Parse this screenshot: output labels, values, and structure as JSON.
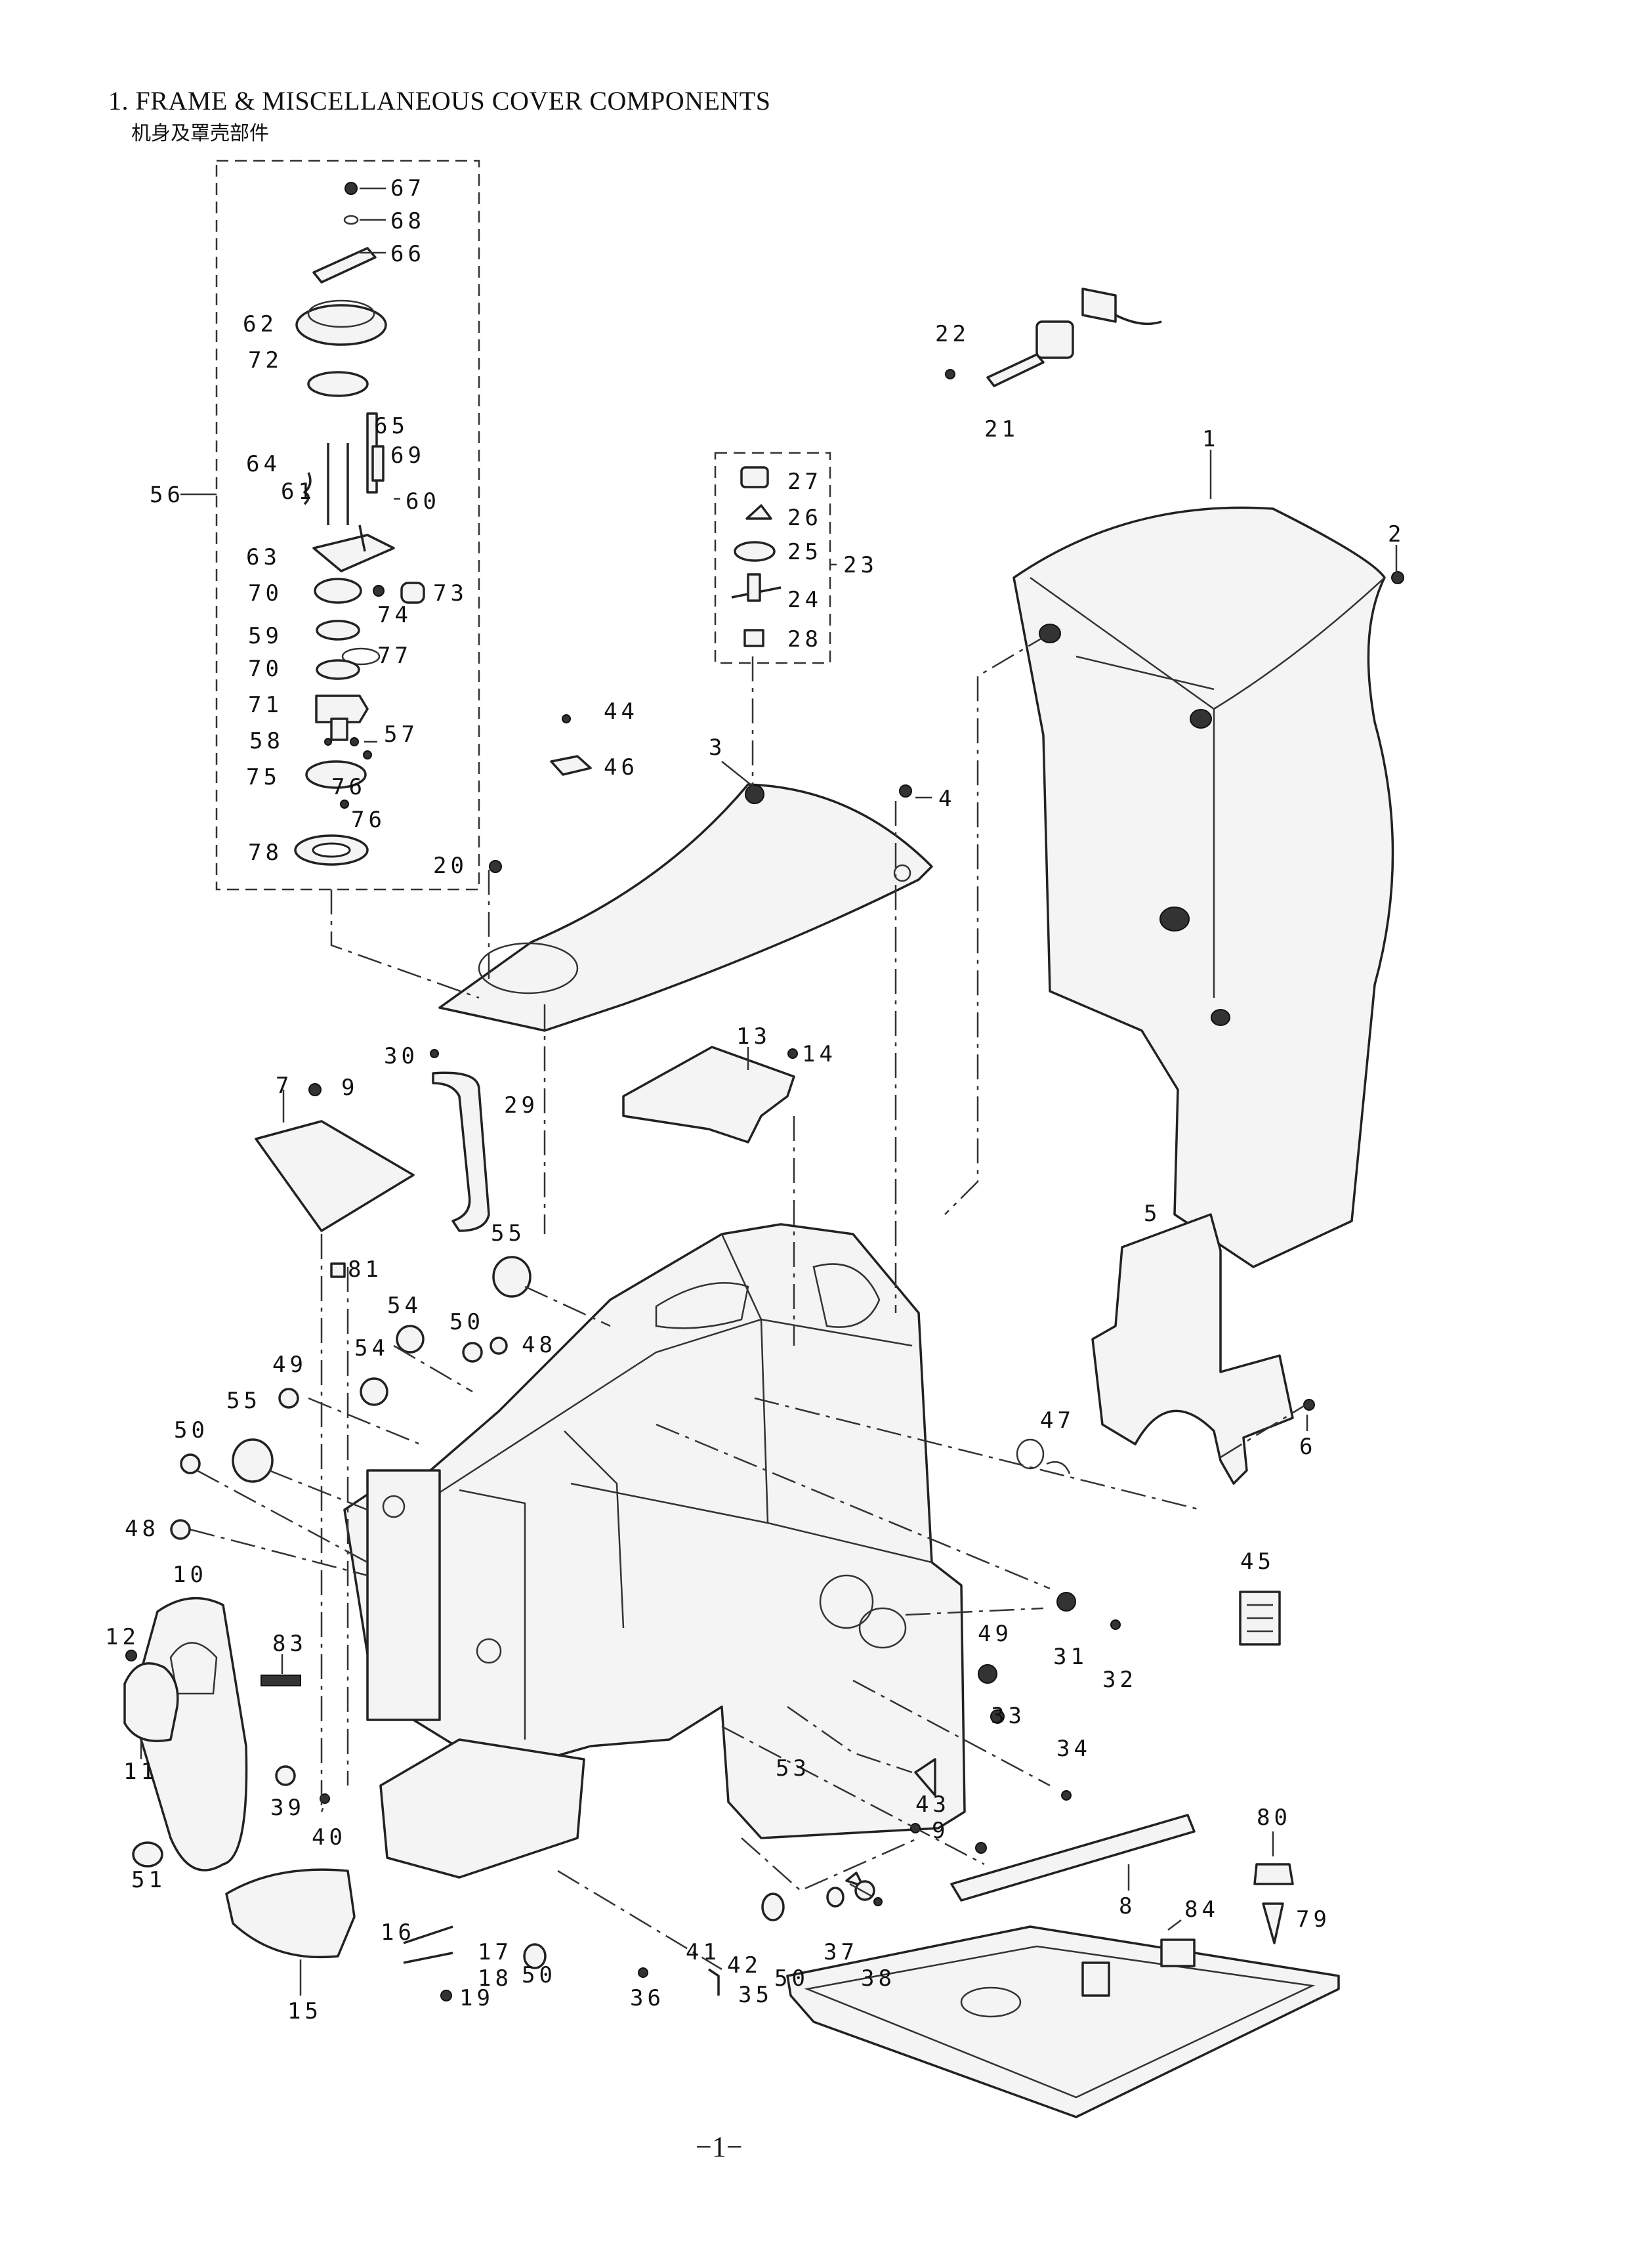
{
  "header": {
    "title": "1. FRAME & MISCELLANEOUS COVER COMPONENTS",
    "subtitle": "机身及罩壳部件"
  },
  "footer": {
    "page_number": "−1−"
  },
  "callouts": [
    "1",
    "2",
    "3",
    "4",
    "5",
    "6",
    "7",
    "8",
    "9",
    "9",
    "10",
    "11",
    "12",
    "13",
    "14",
    "15",
    "16",
    "17",
    "18",
    "19",
    "20",
    "21",
    "22",
    "23",
    "24",
    "25",
    "26",
    "27",
    "28",
    "29",
    "30",
    "31",
    "32",
    "33",
    "34",
    "35",
    "36",
    "37",
    "38",
    "39",
    "40",
    "41",
    "42",
    "43",
    "44",
    "45",
    "46",
    "47",
    "48",
    "48",
    "49",
    "49",
    "50",
    "50",
    "50",
    "50",
    "51",
    "53",
    "54",
    "54",
    "55",
    "55",
    "56",
    "57",
    "58",
    "59",
    "60",
    "61",
    "62",
    "63",
    "64",
    "65",
    "66",
    "67",
    "68",
    "69",
    "70",
    "70",
    "71",
    "72",
    "73",
    "74",
    "75",
    "76",
    "76",
    "77",
    "78",
    "79",
    "80",
    "81",
    "83",
    "84"
  ]
}
